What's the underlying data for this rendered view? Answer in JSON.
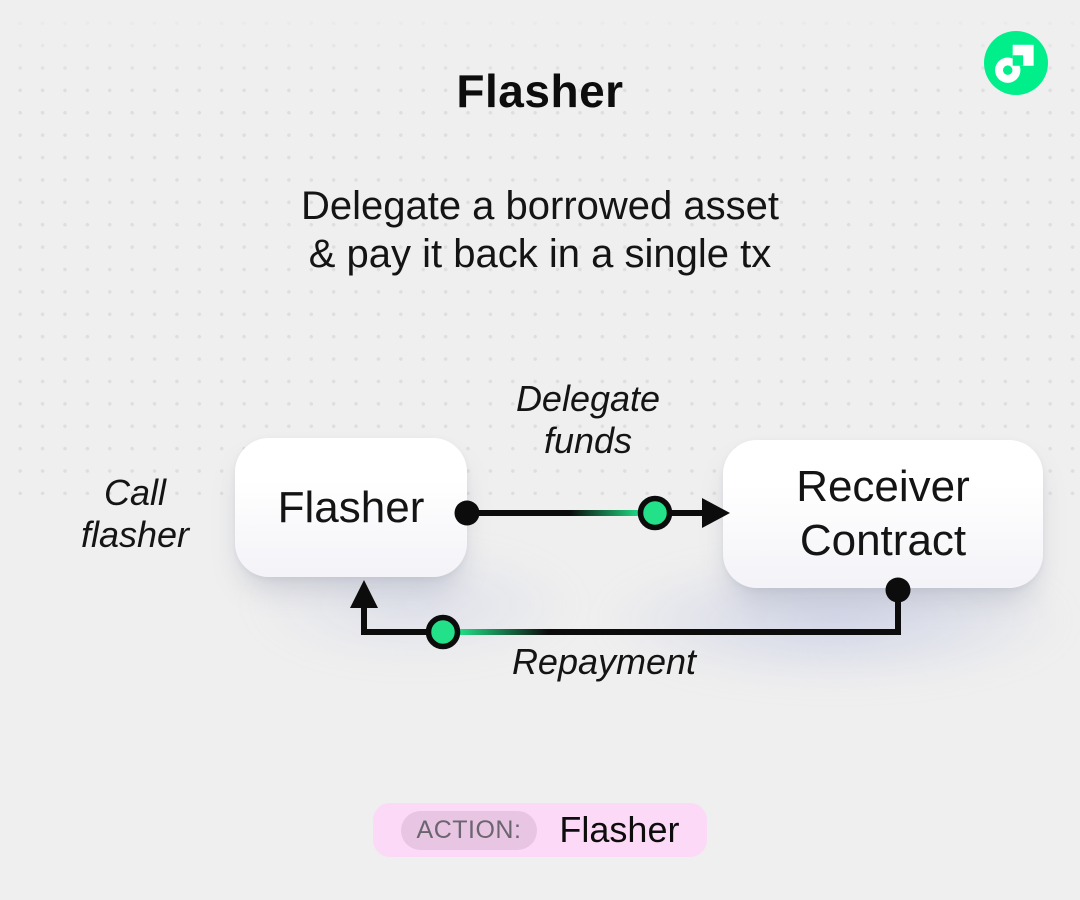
{
  "title": "Flasher",
  "subtitle": {
    "line1": "Delegate a borrowed asset",
    "line2": "& pay it back in a single tx"
  },
  "logo": {
    "name": "Flow",
    "color": "#00ef8b"
  },
  "diagram": {
    "call_label": {
      "line1": "Call",
      "line2": "flasher"
    },
    "flasher_node": {
      "label": "Flasher"
    },
    "receiver_node": {
      "line1": "Receiver",
      "line2": "Contract"
    },
    "delegate_edge": {
      "line1": "Delegate",
      "line2": "funds"
    },
    "repayment_edge": {
      "label": "Repayment"
    },
    "colors": {
      "accent_green": "#22e189",
      "line": "#0c0c0c",
      "node_background": "#ffffff",
      "page_background": "#efefef"
    }
  },
  "action_badge": {
    "tag": "ACTION:",
    "value": "Flasher",
    "colors": {
      "bg": "#fbd9f7",
      "tag_bg": "#e8c6e3",
      "tag_text": "#6b6570"
    }
  }
}
